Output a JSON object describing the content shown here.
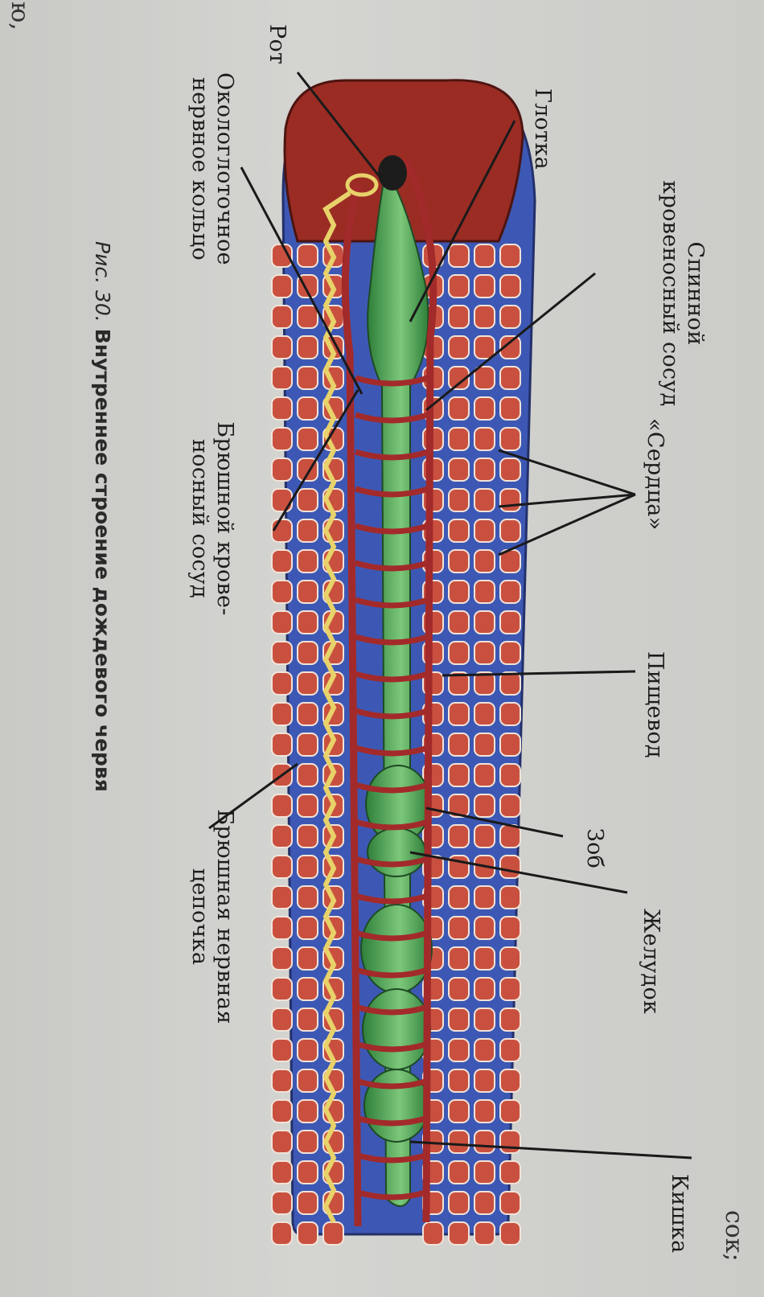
{
  "top_fragments": {
    "left": "ю,",
    "right": "сок;"
  },
  "labels": {
    "dorsal_vessel": [
      "Спинной",
      "кровеносный сосуд"
    ],
    "pharynx": "Глотка",
    "mouth": "Рот",
    "nerve_ring": [
      "Окологлоточное",
      "нервное кольцо"
    ],
    "hearts": "«Сердца»",
    "ventral_vessel": [
      "Брюшной крове-",
      "носный сосуд"
    ],
    "esophagus": "Пищевод",
    "crop": "Зоб",
    "stomach": "Желудок",
    "nerve_chain": [
      "Брюшная нервная",
      "цепочка"
    ],
    "intestine": "Кишка"
  },
  "caption": {
    "number": "Рис. 30.",
    "title": "Внутреннее строение дождевого червя"
  },
  "colors": {
    "body_wall": "#3b57b6",
    "segments": "#c9503f",
    "vessel": "#a32a2a",
    "gut": "#3e9a4a",
    "nerve": "#e8d26a",
    "head": "#9a2c24"
  }
}
